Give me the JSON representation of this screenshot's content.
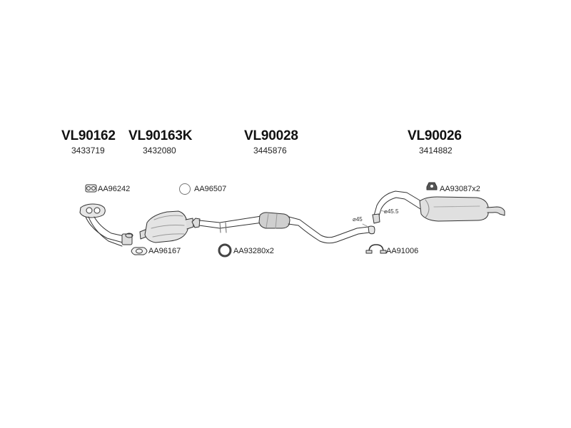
{
  "parts": [
    {
      "code": "VL90162",
      "ref": "3433719"
    },
    {
      "code": "VL90163K",
      "ref": "3432080"
    },
    {
      "code": "VL90028",
      "ref": "3445876"
    },
    {
      "code": "VL90026",
      "ref": "3414882"
    }
  ],
  "accessories": [
    {
      "label": "AA96242",
      "icon": "flange-gasket-icon"
    },
    {
      "label": "AA96507",
      "icon": "ring-gasket-icon"
    },
    {
      "label": "AA96167",
      "icon": "gasket-icon"
    },
    {
      "label": "AA93280x2",
      "icon": "rubber-ring-icon"
    },
    {
      "label": "AA93087x2",
      "icon": "mount-rubber-icon"
    },
    {
      "label": "AA91006",
      "icon": "clamp-icon"
    }
  ],
  "diameters": [
    "⌀45",
    "⌀45.5"
  ],
  "colors": {
    "line": "#333333",
    "fill_light": "#e6e6e6",
    "fill_mid": "#bdbdbd"
  }
}
